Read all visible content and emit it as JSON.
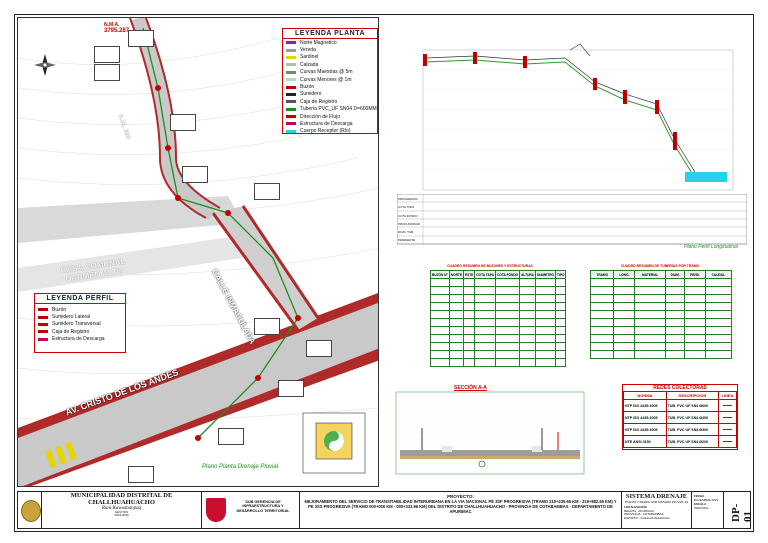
{
  "north": {
    "label": "N.M.A.",
    "value": "3795.287"
  },
  "legend_plan": {
    "title": "LEYENDA  PLANTA",
    "items": [
      {
        "label": "Norte Magnetico",
        "color": "#7a2fa0"
      },
      {
        "label": "Vereda",
        "color": "#9a9a9a"
      },
      {
        "label": "Sardinel",
        "color": "#e6d400"
      },
      {
        "label": "Calzada",
        "color": "#b9b9b9"
      },
      {
        "label": "Curvas Maestras @ 5m",
        "color": "#6b8f6b"
      },
      {
        "label": "Curvas Menores @ 1m",
        "color": "#bcd7bc"
      },
      {
        "label": "Buzón",
        "color": "#c00000"
      },
      {
        "label": "Sumidero",
        "color": "#222222"
      },
      {
        "label": "Caja de Registro",
        "color": "#555555"
      },
      {
        "label": "Tubería PVC_UF SN04 D=600MM",
        "color": "#1b8f1b"
      },
      {
        "label": "Dirección de Flujo",
        "color": "#c00000"
      },
      {
        "label": "Estructura de Descarga",
        "color": "#c8005a"
      },
      {
        "label": "Cuerpo Receptor (Río)",
        "color": "#2ad1e6"
      }
    ]
  },
  "legend_profile": {
    "title": "LEYENDA  PERFIL",
    "items": [
      {
        "label": "Buzón",
        "color": "#c00000"
      },
      {
        "label": "Sumidero Lateral",
        "color": "#c00000"
      },
      {
        "label": "Sumidero Transversal",
        "color": "#c00000"
      },
      {
        "label": "Caja de Registro",
        "color": "#c00000"
      },
      {
        "label": "Estructura de Descarga",
        "color": "#c8005a"
      }
    ]
  },
  "streets": {
    "calle": "CALLE INMACULADA",
    "avenida": "AV. CRISTO DE LOS ANDES",
    "casa": "CASA COMUNAL",
    "casa2": "CARMEN ALTO",
    "pje": "P.JE. S/N"
  },
  "plan_caption": "Plano Planta Drenaje Pluvial",
  "profile_caption": "Plano Perfil Longitudinal",
  "section_caption": "SECCIÓN A-A",
  "profile_row_labels": [
    "PROGRESIVA",
    "COTA TAPA",
    "COTA FONDO",
    "PROFUNDIDAD",
    "DIAM. TUB.",
    "PENDIENTE"
  ],
  "table1": {
    "title": "CUADRO RESUMEN DE BUZONES Y ESTRUCTURAS",
    "headers": [
      "BUZÓN N°",
      "NORTE",
      "ESTE",
      "COTA TAPA",
      "COTA FONDO",
      "ALTURA",
      "DIAMETRO",
      "TIPO"
    ],
    "rows": 11
  },
  "table2": {
    "title": "CUADRO RESUMEN DE TUBERÍAS POR TRAMO",
    "headers": [
      "TRAMO",
      "LONG.",
      "MATERIAL",
      "DIAM.",
      "PEND.",
      "CAUDAL"
    ],
    "rows": 10
  },
  "redes": {
    "title": "REDES COLECTORAS",
    "headers": [
      "NORMA",
      "DESCRIPCION",
      "LINEA"
    ],
    "rows": [
      [
        "NTP ISO 4435:2005",
        "TUB. PVC UF SN4 Ø600"
      ],
      [
        "NTP ISO 4435:2005",
        "TUB. PVC UF SN4 Ø400"
      ],
      [
        "NTP ISO 4435:2005",
        "TUB. PVC UF SN4 Ø300"
      ],
      [
        "NTE ANSI 3150",
        "TUB. PVC UF SN4 Ø200"
      ]
    ]
  },
  "titleblock": {
    "muni": "MUNICIPALIDAD DISTRITAL DE",
    "muni2": "CHALLHUAHUACHO",
    "quechua": "Runi Kawsananpaq",
    "gestion": "GESTION",
    "years": "2023-2026",
    "gerencia": "SUB GERENCIA DE INFRAESTRUCTURA Y DESARROLLO TERRITORIAL",
    "proyecto_label": "PROYECTO:",
    "proyecto": "MEJORAMIENTO DEL SERVICIO DE TRANSITABILIDAD INTERURBANA EN LA VIA NACIONAL PE 3SF PROGRESIVA (TRAMO 219+235.66 KM - 219+882.56 KM) Y PE 3SS PROGRESIVA (TRAMO 000+000 KM - 000+332.96 KM) DEL DISTRITO DE CHALLHUAHUACHO - PROVINCIA DE COTABAMBAS - DEPARTAMENTO DE APURIMAC",
    "plano": "SISTEMA DRENAJE",
    "plano_sub": "PLANTA Y PERFIL SUB SISTEMA PLUVIAL 01",
    "localizacion": "LOCALIZACION",
    "region_label": "REGION",
    "region": "APURIMAC",
    "provincia_label": "PROVINCIA",
    "provincia": "COTABAMBAS",
    "distrito_label": "DISTRITO",
    "distrito": "CHALLHUAHUACHO",
    "fecha_label": "FECHA",
    "fecha": "DICIEMBRE 2023",
    "escala_label": "ESCALA",
    "escala": "INDICADA",
    "lamina": "DP-01"
  }
}
